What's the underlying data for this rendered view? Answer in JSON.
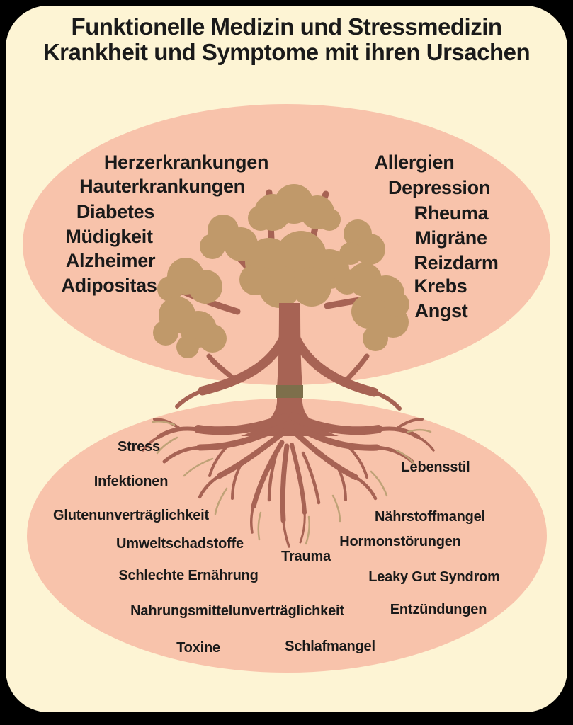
{
  "title": {
    "line1": "Funktionelle Medizin und Stressmedizin",
    "line2": "Krankheit und Symptome mit ihren Ursachen"
  },
  "diseases": {
    "left": [
      "Herzerkrankungen",
      "Hauterkrankungen",
      "Diabetes",
      "Müdigkeit",
      "Alzheimer",
      "Adipositas"
    ],
    "right": [
      "Allergien",
      "Depression",
      "Rheuma",
      "Migräne",
      "Reizdarm",
      "Krebs",
      "Angst"
    ]
  },
  "causes": [
    "Stress",
    "Lebensstil",
    "Infektionen",
    "Glutenunverträglichkeit",
    "Nährstoffmangel",
    "Umweltschadstoffe",
    "Hormonstörungen",
    "Trauma",
    "Schlechte Ernährung",
    "Leaky Gut Syndrom",
    "Nahrungsmittelunverträglichkeit",
    "Entzündungen",
    "Toxine",
    "Schlafmangel"
  ],
  "colors": {
    "background": "#000000",
    "card": "#fdf4d4",
    "ellipse": "#f8c3ab",
    "foliage": "#c0996a",
    "trunk": "#a76354",
    "trunk_band": "#7d6f4b",
    "root_accent": "#bfa277",
    "text": "#1a1a1a"
  }
}
